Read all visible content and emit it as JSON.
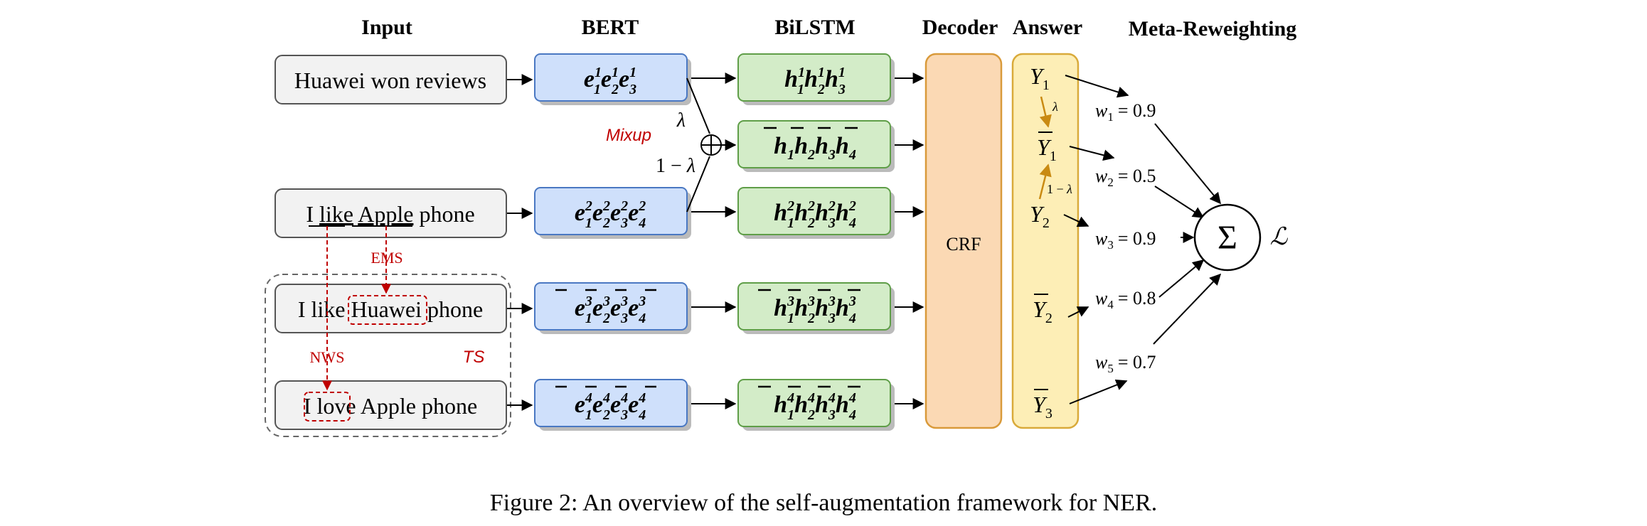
{
  "headers": {
    "input": "Input",
    "bert": "BERT",
    "bilstm": "BiLSTM",
    "decoder": "Decoder",
    "answer": "Answer",
    "meta": "Meta-Reweighting"
  },
  "inputs": {
    "row1": "Huawei won reviews",
    "row2_prefix": "I ",
    "row2_like": "like",
    "row2_space": " ",
    "row2_apple": "Apple",
    "row2_suffix": " phone",
    "row3_prefix": "I like ",
    "row3_huawei": "Huawei",
    "row3_suffix": " phone",
    "row4_prefix": "I ",
    "row4_love": "love",
    "row4_suffix": " Apple phone"
  },
  "math": {
    "e": "e",
    "h": "h",
    "Y": "Y",
    "w": "w",
    "lambda": "λ",
    "one_minus": "1 − ",
    "sigma": "Σ",
    "loss": "ℒ",
    "eq": "= ",
    "sub1": "1",
    "sub2": "2",
    "sub3": "3",
    "sub4": "4",
    "sub5": "5"
  },
  "weights": [
    "0.9",
    "0.5",
    "0.9",
    "0.8",
    "0.7"
  ],
  "labels": {
    "mixup": "Mixup",
    "ems": "EMS",
    "nws": "NWS",
    "ts": "TS",
    "crf": "CRF"
  },
  "caption": "Figure 2: An overview of the self-augmentation framework for NER.",
  "colors": {
    "input_fill": "#f2f2f2",
    "input_stroke": "#555555",
    "bert_fill": "#cfe0fb",
    "bert_stroke": "#4a78c2",
    "lstm_fill": "#d3ecc8",
    "lstm_stroke": "#5f9e48",
    "crf_fill": "#fbd9b4",
    "crf_stroke": "#d99a3a",
    "answer_fill": "#fdeeb6",
    "answer_stroke": "#d9aa3a",
    "shadow": "#bbbbbb",
    "red": "#c00000",
    "orange": "#c98a12"
  }
}
